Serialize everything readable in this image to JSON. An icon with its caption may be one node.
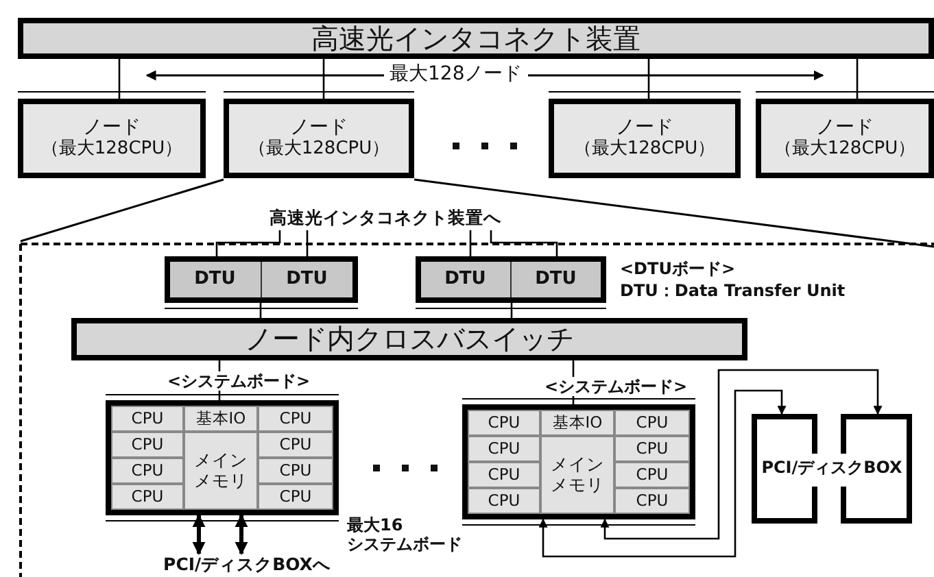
{
  "diagram": {
    "nodes": [
      {
        "text": [
          "高速光インタコネクト装置"
        ]
      },
      {
        "text": [
          "ノード",
          "（最大128CPU）"
        ]
      },
      {
        "text": [
          "ノード",
          "（最大128CPU）"
        ]
      },
      {
        "text": [
          "ノード",
          "（最大128CPU）"
        ]
      },
      {
        "text": [
          "ノード",
          "（最大128CPU）"
        ]
      },
      {
        "text": [
          "高速光インタコネクト装置へ"
        ]
      },
      {
        "text": [],
        "shape": "box"
      },
      {
        "text": [
          "DTU"
        ],
        "in": 6
      },
      {
        "text": [
          "DTU"
        ],
        "in": 6
      },
      {
        "text": [],
        "shape": "box"
      },
      {
        "text": [
          "DTU"
        ],
        "in": 9
      },
      {
        "text": [
          "DTU"
        ],
        "in": 9
      },
      {
        "text": [
          "ノード内クロスバスイッチ"
        ]
      },
      {
        "text": [],
        "shape": "box",
        "beside": [
          "<システムボード>"
        ]
      },
      {
        "text": [
          "CPU"
        ],
        "in": 13
      },
      {
        "text": [
          "基本IO"
        ],
        "in": 13
      },
      {
        "text": [
          "CPU"
        ],
        "in": 13
      },
      {
        "text": [
          "CPU"
        ],
        "in": 13
      },
      {
        "text": [
          "メインメモリ"
        ],
        "in": 13
      },
      {
        "text": [
          "CPU"
        ],
        "in": 13
      },
      {
        "text": [
          "CPU"
        ],
        "in": 13
      },
      {
        "text": [
          "CPU"
        ],
        "in": 13
      },
      {
        "text": [
          "CPU"
        ],
        "in": 13
      },
      {
        "text": [
          "CPU"
        ],
        "in": 13
      },
      {
        "text": [],
        "shape": "box",
        "beside": [
          "<システムボード>"
        ]
      },
      {
        "text": [
          "CPU"
        ],
        "in": 24
      },
      {
        "text": [
          "基本IO"
        ],
        "in": 24
      },
      {
        "text": [
          "CPU"
        ],
        "in": 24
      },
      {
        "text": [
          "CPU"
        ],
        "in": 24
      },
      {
        "text": [
          "メインメモリ"
        ],
        "in": 24
      },
      {
        "text": [
          "CPU"
        ],
        "in": 24
      },
      {
        "text": [
          "CPU"
        ],
        "in": 24
      },
      {
        "text": [
          "CPU"
        ],
        "in": 24
      },
      {
        "text": [
          "CPU"
        ],
        "in": 24
      },
      {
        "text": [
          "CPU"
        ],
        "in": 24
      },
      {
        "text": [
          "PCI/ディスクBOX"
        ]
      },
      {
        "text": [
          "PCI/ディスクBOXへ"
        ]
      }
    ],
    "edges": [
      {
        "from": 0,
        "to": 1,
        "arrow": "none"
      },
      {
        "from": 0,
        "to": 2,
        "arrow": "none"
      },
      {
        "from": 0,
        "to": 3,
        "arrow": "none"
      },
      {
        "from": 0,
        "to": 4,
        "arrow": "none"
      },
      {
        "from": 7,
        "to": 5,
        "arrow": "none"
      },
      {
        "from": 8,
        "to": 5,
        "arrow": "none"
      },
      {
        "from": 10,
        "to": 5,
        "arrow": "none"
      },
      {
        "from": 11,
        "to": 5,
        "arrow": "none"
      },
      {
        "from": 6,
        "to": 12,
        "arrow": "none"
      },
      {
        "from": 9,
        "to": 12,
        "arrow": "none"
      },
      {
        "from": 12,
        "to": 13,
        "arrow": "none"
      },
      {
        "from": 12,
        "to": 24,
        "arrow": "none"
      },
      {
        "from": 13,
        "to": 36,
        "arrow": "both",
        "style": "thick"
      },
      {
        "from": 13,
        "to": 36,
        "arrow": "both",
        "style": "thick"
      },
      {
        "from": 24,
        "to": 35,
        "arrow": "both"
      },
      {
        "from": 24,
        "to": 35,
        "arrow": "both"
      }
    ],
    "labels": [
      "最大128ノード",
      "<DTUボード>",
      "DTU：Data Transfer Unit",
      "最大16 システムボード"
    ]
  }
}
